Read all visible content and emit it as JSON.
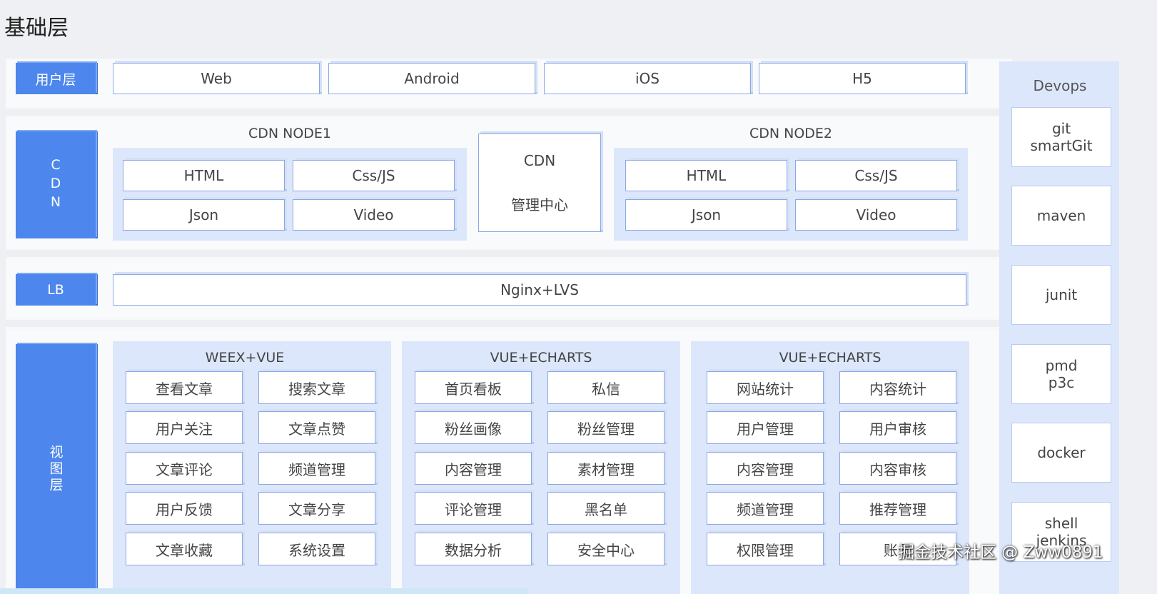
{
  "title": "基础层",
  "rows": {
    "user": {
      "label": "用户层",
      "items": [
        "Web",
        "Android",
        "iOS",
        "H5"
      ]
    },
    "cdn": {
      "label": "CDN",
      "node1": {
        "title": "CDN NODE1",
        "items": [
          "HTML",
          "Css/JS",
          "Json",
          "Video"
        ]
      },
      "center": {
        "line1": "CDN",
        "line2": "管理中心"
      },
      "node2": {
        "title": "CDN NODE2",
        "items": [
          "HTML",
          "Css/JS",
          "Json",
          "Video"
        ]
      }
    },
    "lb": {
      "label": "LB",
      "item": "Nginx+LVS"
    },
    "view": {
      "label": "视图层",
      "groups": [
        {
          "title": "WEEX+VUE",
          "items": [
            "查看文章",
            "搜索文章",
            "用户关注",
            "文章点赞",
            "文章评论",
            "频道管理",
            "用户反馈",
            "文章分享",
            "文章收藏",
            "系统设置"
          ]
        },
        {
          "title": "VUE+ECHARTS",
          "items": [
            "首页看板",
            "私信",
            "粉丝画像",
            "粉丝管理",
            "内容管理",
            "素材管理",
            "评论管理",
            "黑名单",
            "数据分析",
            "安全中心"
          ]
        },
        {
          "title": "VUE+ECHARTS",
          "items": [
            "网站统计",
            "内容统计",
            "用户管理",
            "用户审核",
            "内容管理",
            "内容审核",
            "频道管理",
            "推荐管理",
            "权限管理",
            "账号"
          ]
        }
      ]
    }
  },
  "devops": {
    "title": "Devops",
    "items": [
      "git\nsmartGit",
      "maven",
      "junit",
      "pmd\np3c",
      "docker",
      "shell\njenkins"
    ]
  },
  "watermark": "掘金技术社区 @ Zww0891"
}
